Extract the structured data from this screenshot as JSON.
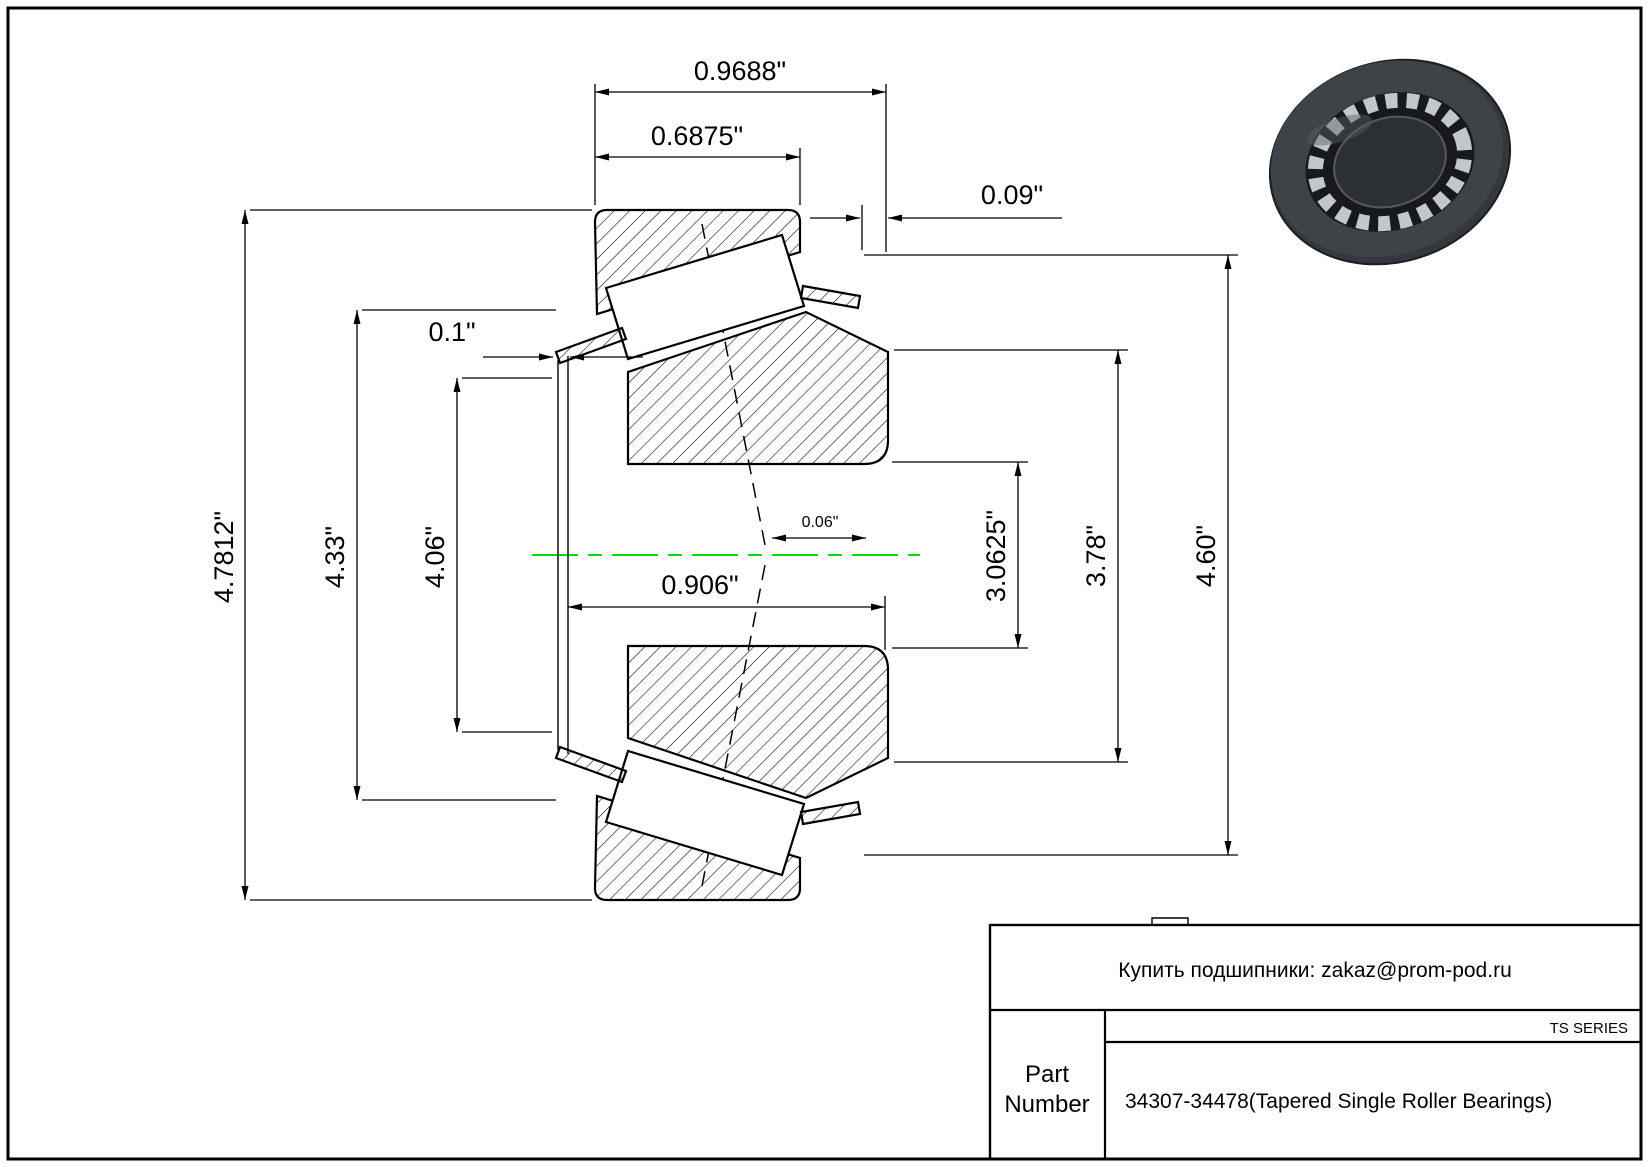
{
  "drawing": {
    "dimensions": {
      "overall_width": "0.9688\"",
      "cup_width": "0.6875\"",
      "stickout_right": "0.09\"",
      "stickout_left": "0.1\"",
      "overall_od": "4.7812\"",
      "cage_od": "4.33\"",
      "rib_od": "4.06\"",
      "apex_offset": "0.06\"",
      "cone_width": "0.906\"",
      "bore_id": "3.0625\"",
      "cone_od": "3.78\"",
      "cup_od": "4.60\""
    },
    "centerline_color": "#00dd00"
  },
  "title_block": {
    "contact": "Купить подшипники: zakaz@prom-pod.ru",
    "series": "TS SERIES",
    "part_label": [
      "Part",
      "Number"
    ],
    "part_number": "34307-34478(Tapered Single Roller Bearings)"
  }
}
